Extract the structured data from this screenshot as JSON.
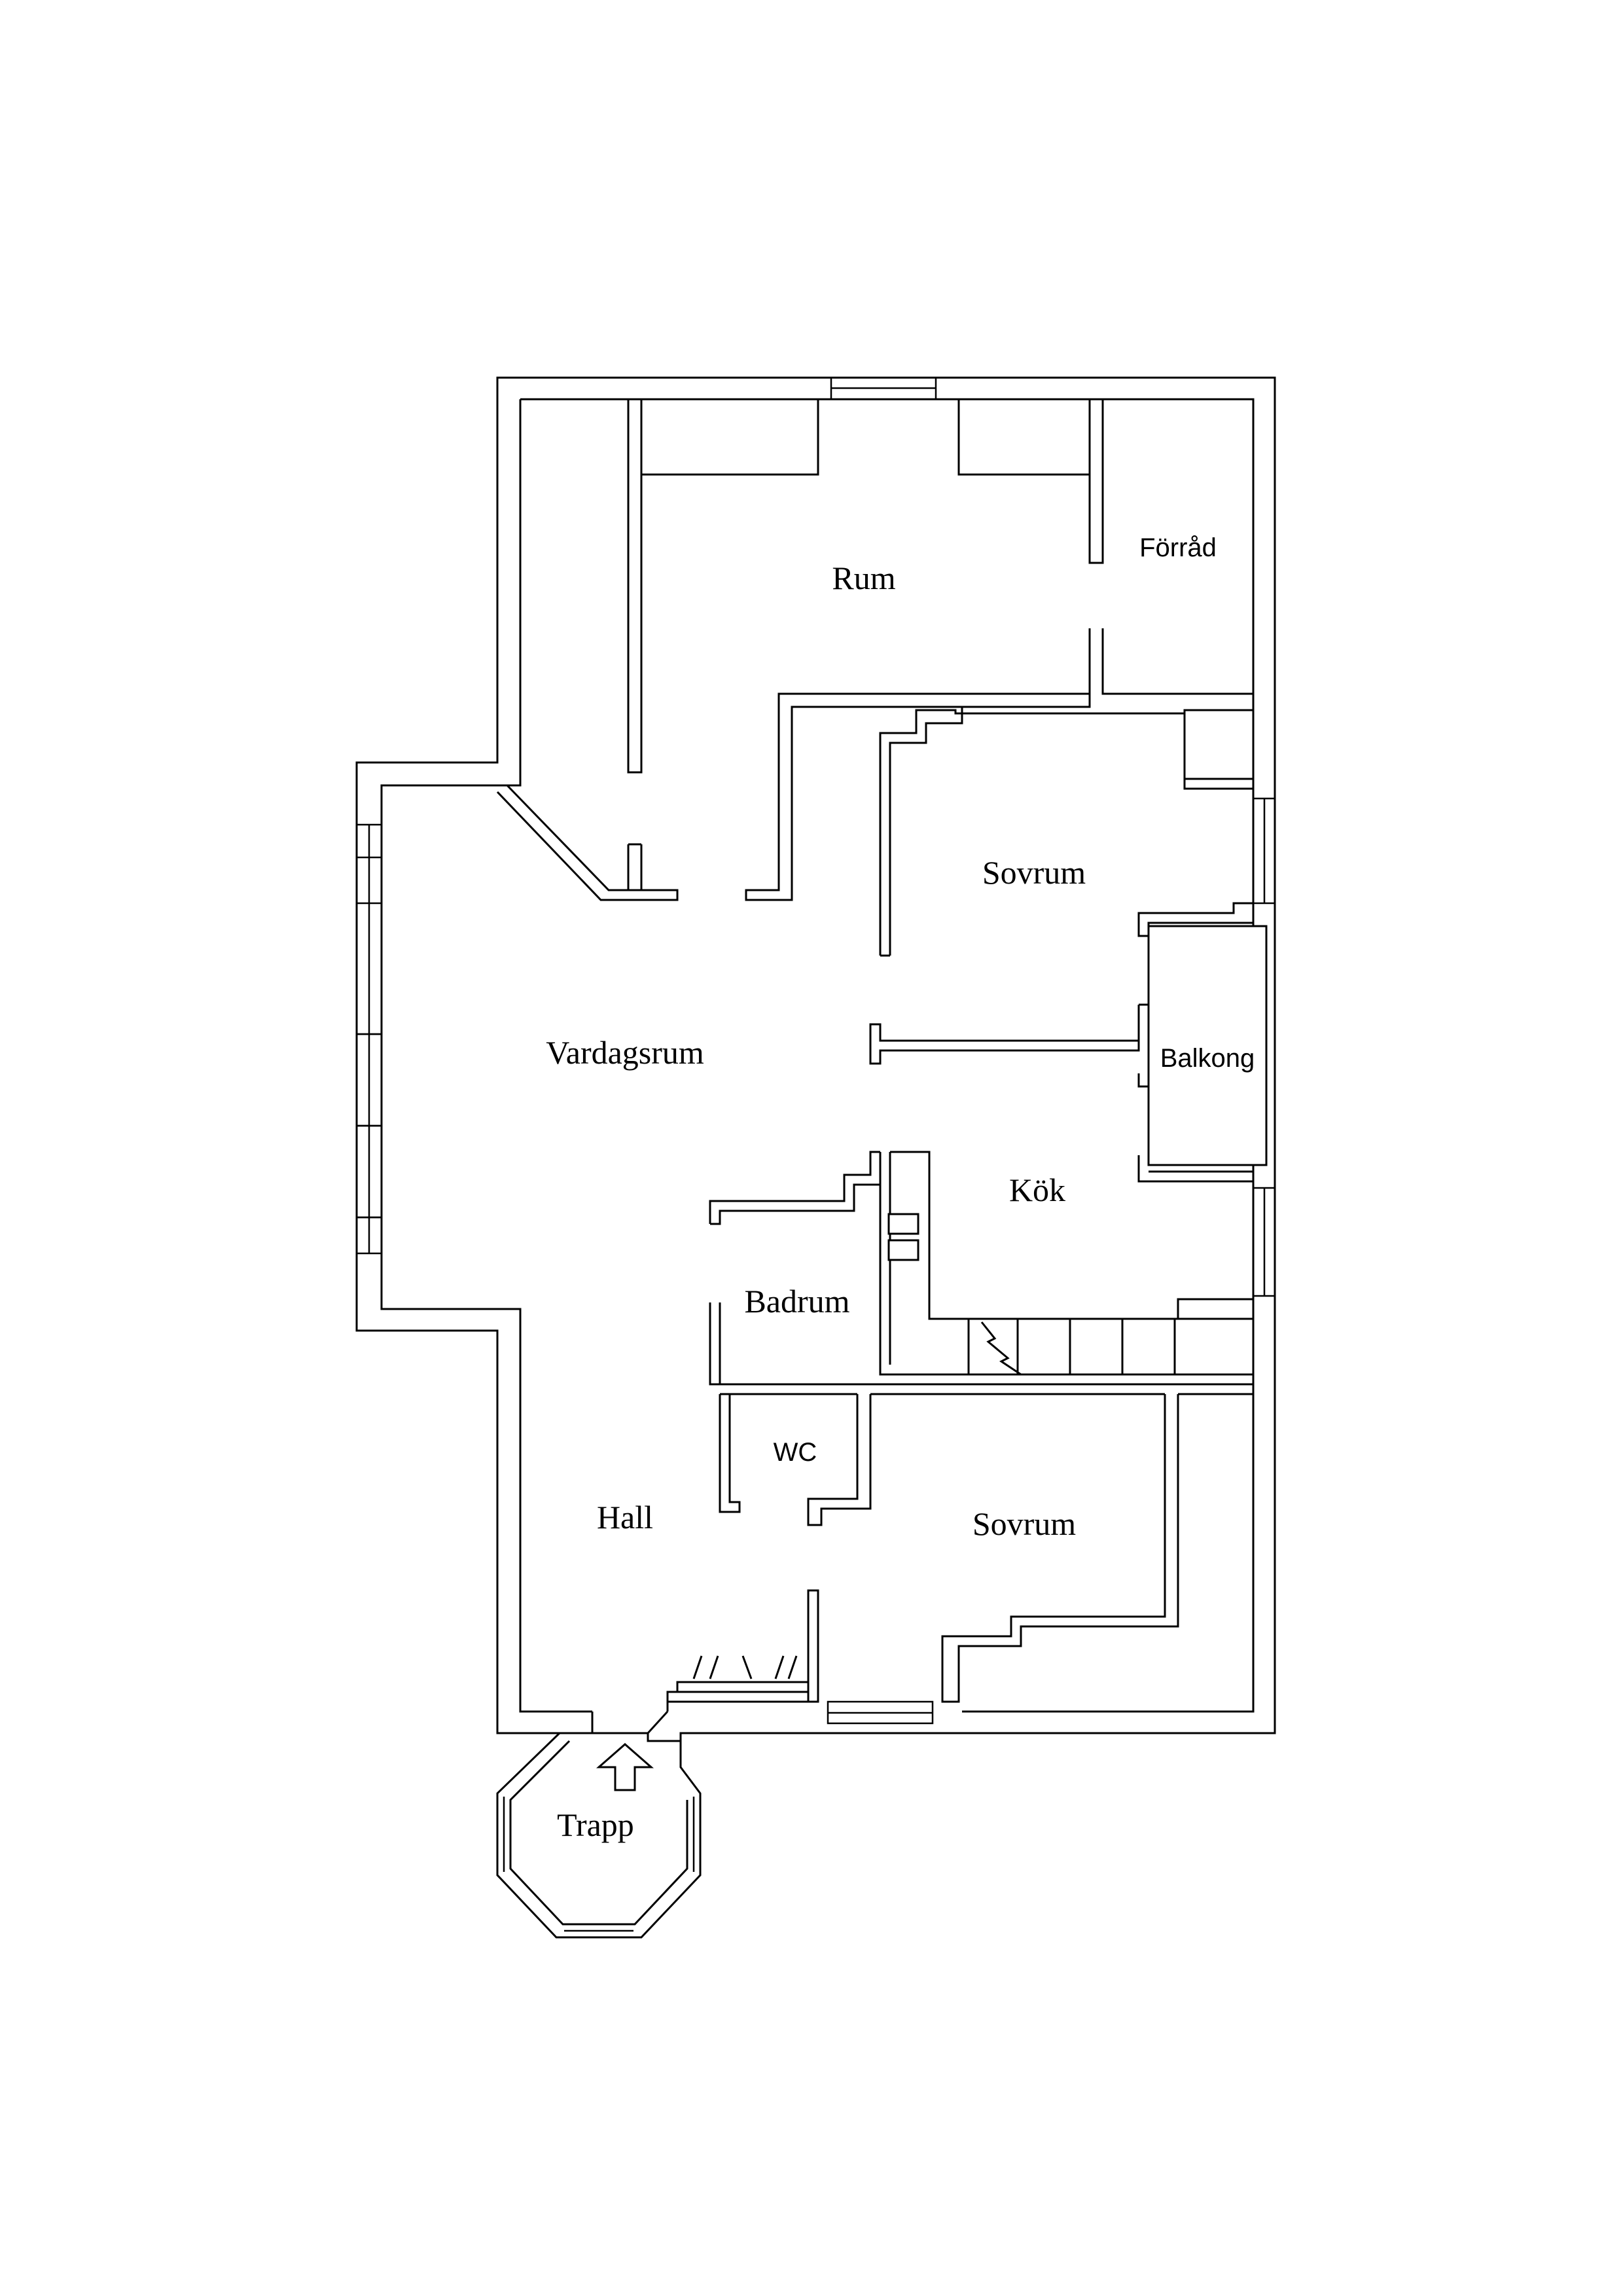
{
  "rooms": {
    "rum": "Rum",
    "forrad": "Förråd",
    "sovrum_top": "Sovrum",
    "balkong": "Balkong",
    "vardagsrum": "Vardagsrum",
    "kok": "Kök",
    "badrum": "Badrum",
    "wc": "WC",
    "hall": "Hall",
    "sovrum_bottom": "Sovrum",
    "trapp": "Trapp"
  }
}
